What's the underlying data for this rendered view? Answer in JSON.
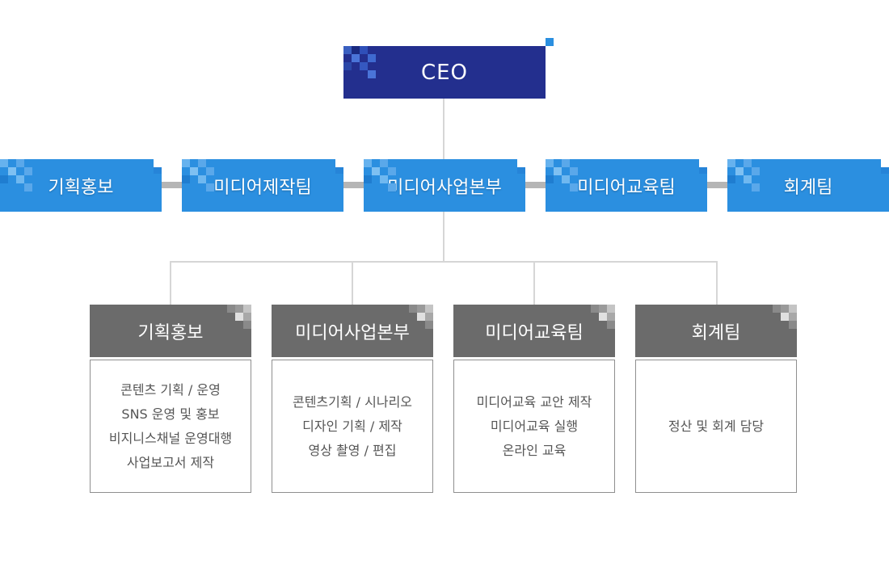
{
  "ceo": {
    "label": "CEO"
  },
  "teams": [
    {
      "label": "기획홍보"
    },
    {
      "label": "미디어제작팀"
    },
    {
      "label": "미디어사업본부"
    },
    {
      "label": "미디어교육팀"
    },
    {
      "label": "회계팀"
    }
  ],
  "departments": [
    {
      "label": "기획홍보",
      "duties": [
        "콘텐츠 기획 / 운영",
        "SNS 운영 및 홍보",
        "비지니스채널 운영대행",
        "사업보고서 제작"
      ]
    },
    {
      "label": "미디어사업본부",
      "duties": [
        "콘텐츠기획 / 시나리오",
        "디자인 기획 / 제작",
        "영상 촬영 / 편집"
      ]
    },
    {
      "label": "미디어교육팀",
      "duties": [
        "미디어교육 교안 제작",
        "미디어교육 실행",
        "온라인 교육"
      ]
    },
    {
      "label": "회계팀",
      "duties": [
        "정산 및 회계 담당"
      ]
    }
  ],
  "colors": {
    "ceo_bg": "#232f8e",
    "team_bg": "#2b8fe0",
    "dept_bg": "#6b6b6b",
    "connector": "#d6d6d6"
  }
}
